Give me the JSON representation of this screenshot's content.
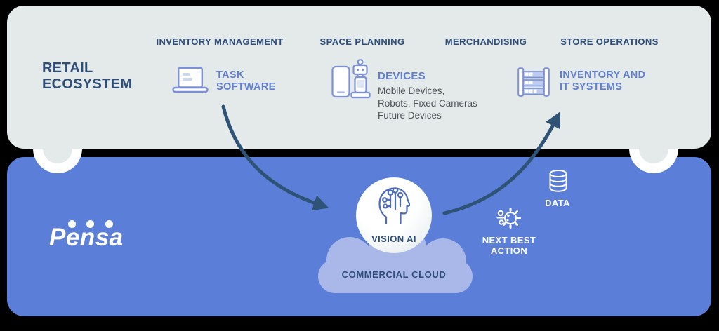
{
  "diagram_title": "Pensa Retail Ecosystem Diagram",
  "colors": {
    "background": "#000000",
    "retail_panel_bg": "#e4e9e9",
    "pensa_panel_bg": "#5b7ed8",
    "navy_text": "#2e4d78",
    "periwinkle_text": "#617fce",
    "icon_stroke": "#7b90d6",
    "subtext_gray": "#4e5358",
    "arrow": "#2f5377",
    "cloud": "#a9b8e9",
    "white": "#ffffff"
  },
  "retail_panel": {
    "title_line1": "RETAIL",
    "title_line2": "ECOSYSTEM",
    "columns": [
      "INVENTORY MANAGEMENT",
      "SPACE PLANNING",
      "MERCHANDISING",
      "STORE OPERATIONS"
    ],
    "task_software": {
      "icon": "laptop-icon",
      "line1": "TASK",
      "line2": "SOFTWARE"
    },
    "devices": {
      "icon": "devices-icon",
      "label": "DEVICES",
      "sublines": [
        "Mobile Devices,",
        "Robots, Fixed Cameras",
        "Future Devices"
      ]
    },
    "inventory_it": {
      "icon": "shelf-icon",
      "line1": "INVENTORY AND",
      "line2": "IT SYSTEMS"
    }
  },
  "pensa_panel": {
    "logo": "Pensa",
    "vision_ai": {
      "icon": "vision-ai-head-icon",
      "label": "VISION AI"
    },
    "commercial_cloud": {
      "label": "COMMERCIAL CLOUD"
    },
    "next_best_action": {
      "icon": "gear-icon",
      "line1": "NEXT BEST",
      "line2": "ACTION"
    },
    "data": {
      "icon": "database-icon",
      "label": "DATA"
    }
  }
}
